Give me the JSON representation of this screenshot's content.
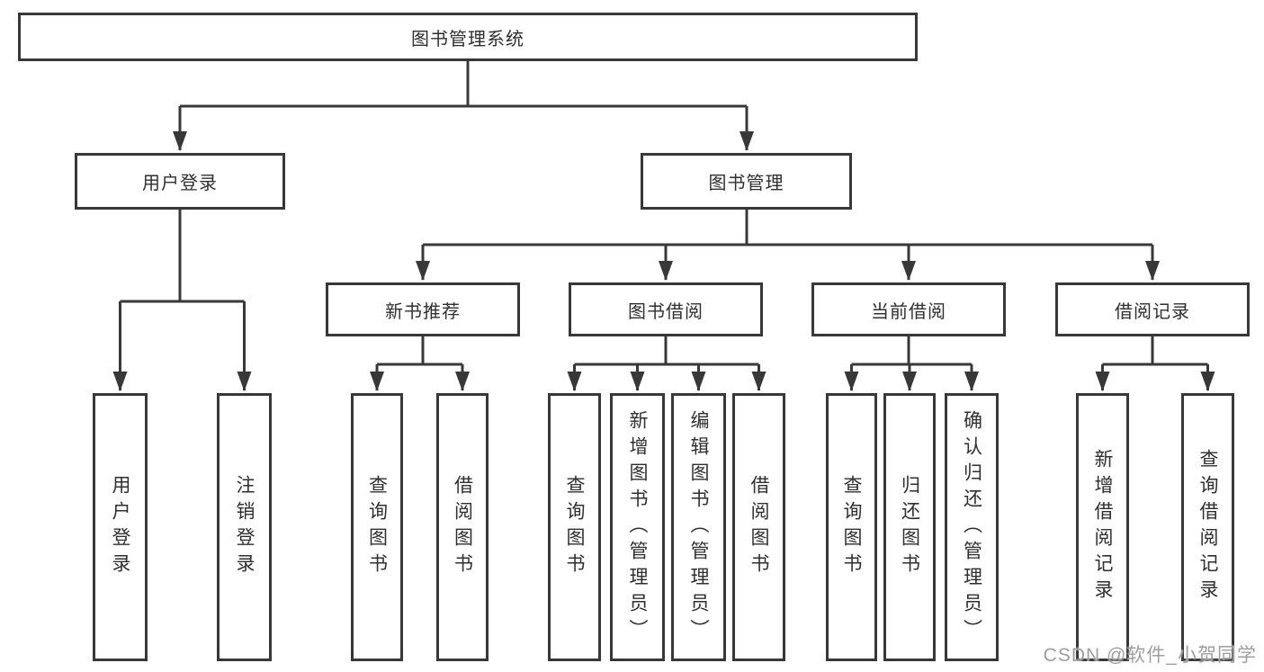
{
  "tree": {
    "root": "图书管理系统",
    "children": [
      {
        "label": "用户登录",
        "children": [
          "用户登录",
          "注销登录"
        ]
      },
      {
        "label": "图书管理",
        "children": [
          {
            "label": "新书推荐",
            "children": [
              "查询图书",
              "借阅图书"
            ]
          },
          {
            "label": "图书借阅",
            "children": [
              "查询图书",
              "新增图书（管理员）",
              "编辑图书（管理员）",
              "借阅图书"
            ]
          },
          {
            "label": "当前借阅",
            "children": [
              "查询图书",
              "归还图书",
              "确认归还（管理员）"
            ]
          },
          {
            "label": "借阅记录",
            "children": [
              "新增借阅记录",
              "查询借阅记录"
            ]
          }
        ]
      }
    ]
  },
  "watermark": "CSDN @软件_小贺同学",
  "colors": {
    "line": "#383838",
    "box_border": "#383838",
    "text": "#2f2f2f",
    "watermark": "#9e9e9e",
    "background": "#ffffff"
  }
}
